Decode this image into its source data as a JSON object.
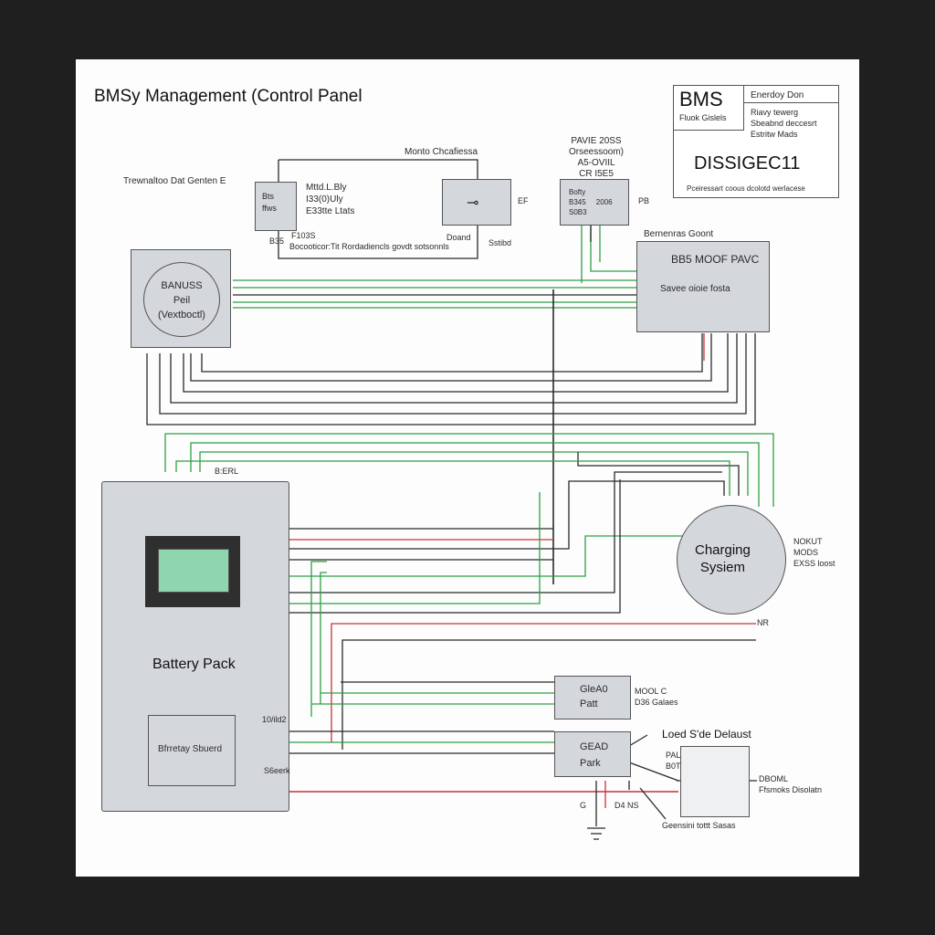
{
  "title": "BMSy Management (Control Panel",
  "title_block": {
    "code": "BMS",
    "code_sub": "Fluok Gislels",
    "right_top": "Enerdoy Don",
    "right_lines": [
      "Riavy tewerg",
      "Sbeabnd deccesrt",
      "Estritw Mads"
    ],
    "drawing_no": "DISSIGEC11",
    "footer": "Pceiressart coous dcolotd werlacese"
  },
  "labels": {
    "left_label": "Trewnaltoo Dat Genten E",
    "sensor1_body": "Bts\nffws",
    "sensor1_notes": "Mttd.L.Bly\nI33(0)Uly\nE33tte Ltats",
    "sensor1_pin": "B35",
    "bottom_note_pin": "F103S",
    "bottom_note": "Bocooticor:Tit Rordadiencls govdt sotsonnls",
    "motor_title": "Monto Chcafiessa",
    "motor_pin": "EF",
    "motor_sub": "Doand",
    "motor_sub2": "Sstibd",
    "top_module_title": "PAVIE 20SS\nOrseessoom)\nA5-OVIIL\nCR I5E5",
    "top_module_body": "Bofty\nB345     2006\nS0B3",
    "top_module_pin": "PB",
    "bmu_text": "BANUSS\nPeil\n(Vextboctl)",
    "right_title": "Bernenras Goont",
    "right_header": "BB5  MOOF PAVC",
    "right_body": "Savee oioie fosta",
    "batt_pin_label": "B:ERL",
    "battery_label": "Battery Pack",
    "battery_sub": "Bfrretay Sbuerd",
    "battery_pin2": "10/ild2",
    "battery_pin3": "S6eerk",
    "charging_label": "Charging\nSysiem",
    "charging_notes": "NOKUT\nMODS\nEXSS loost",
    "charging_pin": "NR",
    "gead1_label": "GleA0\nPatt",
    "gead1_notes": "MOOL C\nD36 Galaes",
    "gead2_label": "GEAD\nPark",
    "gead2_pins": "D4 NS",
    "load_title": "Loed S'de Delaust",
    "load_notes": "DBOML\nFfsmoks Disolatn",
    "load_bottom": "Geensini tottt Sasas",
    "load_pin": "PAL\nB0T",
    "gnd_pin": "G"
  },
  "colors": {
    "wire_green": "#2fa043",
    "wire_black": "#2a2a2a",
    "wire_red": "#c8323a",
    "component": "#d4d7dc",
    "screen": "#8fd6ae"
  }
}
